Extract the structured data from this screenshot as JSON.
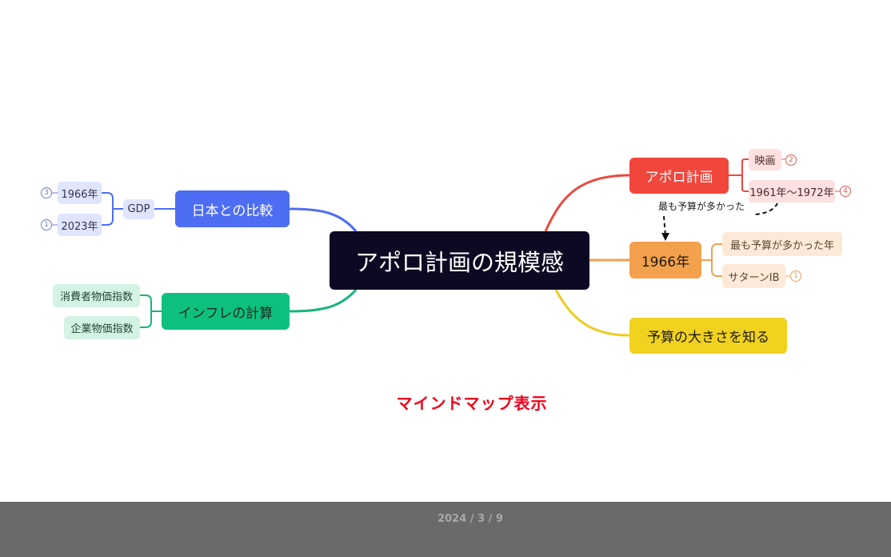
{
  "mindmap": {
    "central": "アポロ計画の規模感",
    "branches": {
      "apollo": {
        "label": "アポロ計画",
        "color": "#f0463c",
        "children": [
          {
            "label": "映画",
            "badge": "2"
          },
          {
            "label": "1961年～1972年",
            "badge": "4"
          }
        ]
      },
      "y1966": {
        "label": "1966年",
        "color": "#f3a14c",
        "children": [
          {
            "label": "最も予算が多かった年"
          },
          {
            "label": "サターンIB",
            "badge": "1"
          }
        ]
      },
      "budget": {
        "label": "予算の大きさを知る",
        "color": "#f0d21f"
      },
      "japan": {
        "label": "日本との比較",
        "color": "#4d6df3",
        "children": [
          {
            "label": "GDP",
            "children": [
              {
                "label": "1966年",
                "badge": "3"
              },
              {
                "label": "2023年",
                "badge": "1"
              }
            ]
          }
        ]
      },
      "inflation": {
        "label": "インフレの計算",
        "color": "#0ec07e",
        "children": [
          {
            "label": "消費者物価指数"
          },
          {
            "label": "企業物価指数"
          }
        ]
      }
    },
    "relation_label": "最も予算が多かった"
  },
  "caption": "マインドマップ表示",
  "footer": {
    "date": "2024 / 3 / 9"
  }
}
